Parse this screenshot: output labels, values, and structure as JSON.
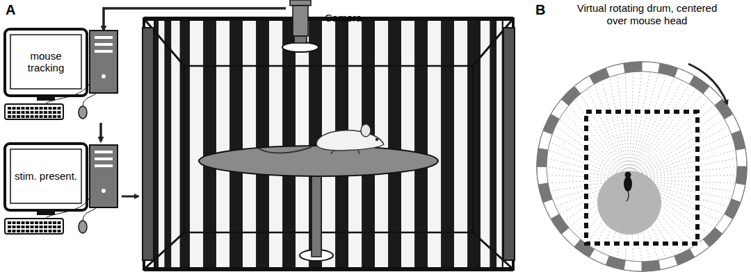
{
  "diagram": {
    "nodes": [
      {
        "text": [
          "mouse tracking"
        ]
      },
      {
        "text": [
          "stim. present."
        ]
      },
      {
        "text": [
          "Camera"
        ]
      }
    ],
    "edges": [
      {
        "from": 2,
        "to": 0,
        "arrow": "to"
      },
      {
        "from": 0,
        "to": 1,
        "arrow": "to"
      }
    ],
    "labels": [
      "A",
      "B",
      "Virtual rotating drum, centered over mouse head"
    ]
  }
}
